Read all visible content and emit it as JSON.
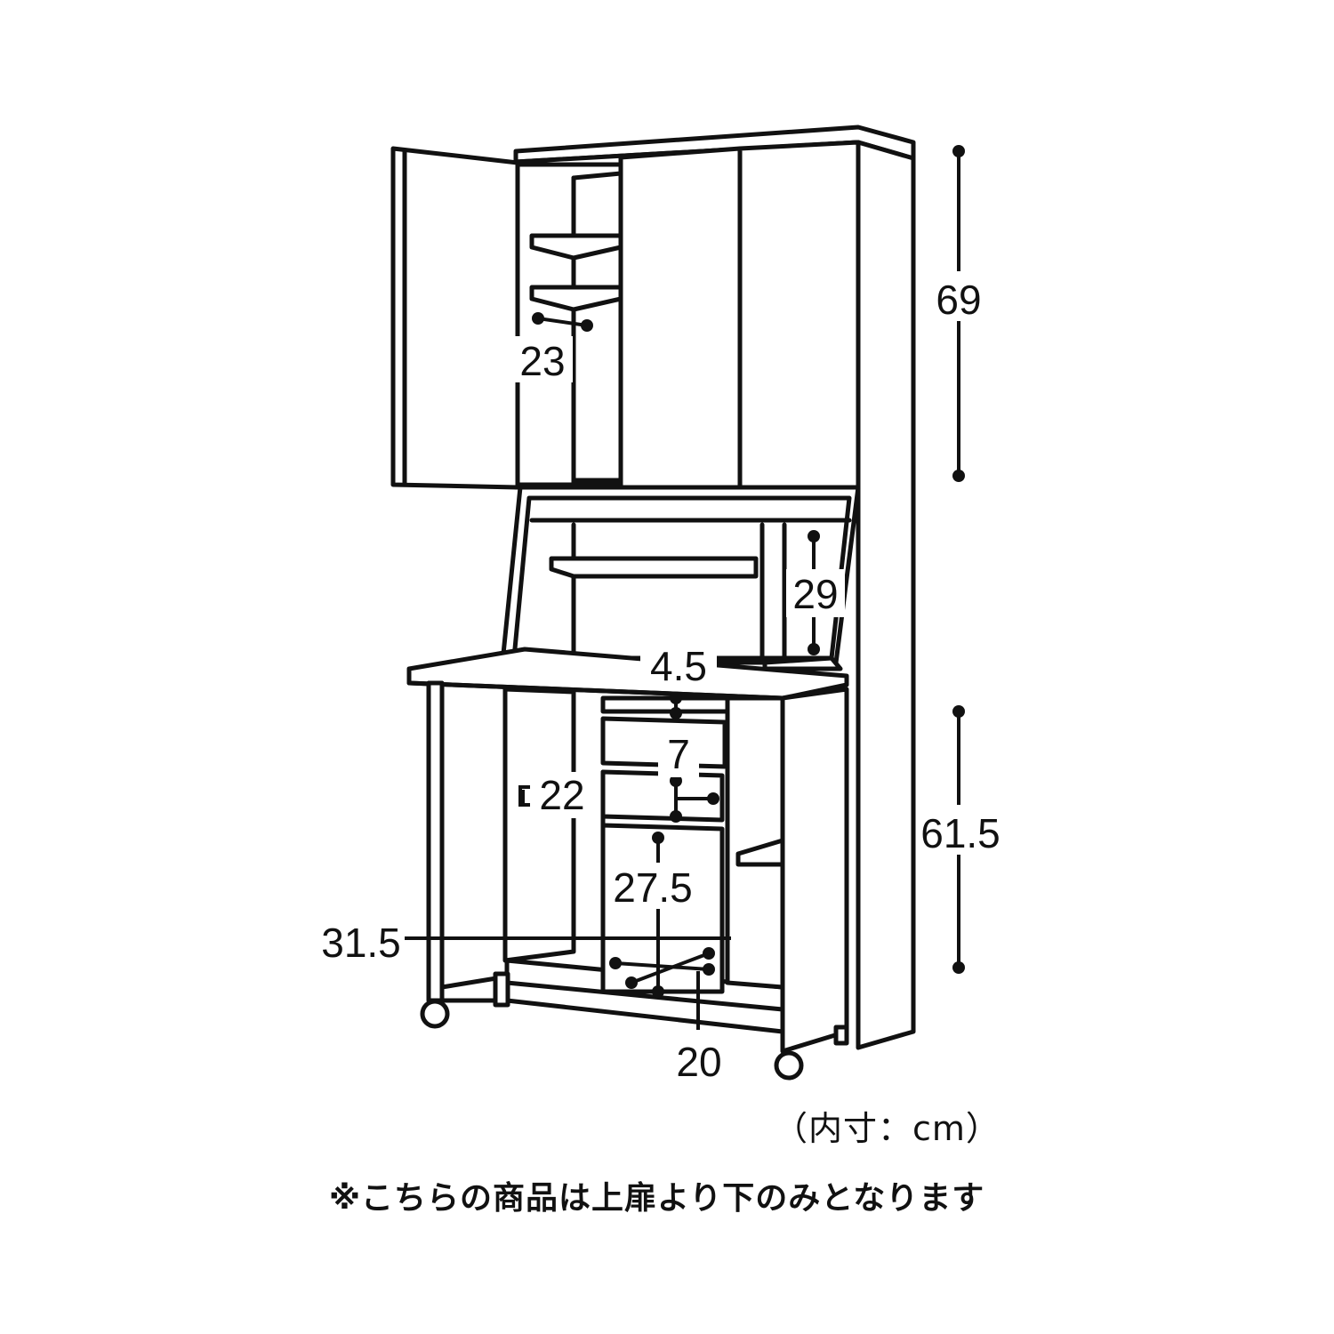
{
  "colors": {
    "line": "#111111",
    "background": "#ffffff"
  },
  "dimensions": {
    "upper_height": "69",
    "lower_height": "61.5",
    "upper_shelf_depth": "23",
    "middle_gap": "29",
    "top_drawer": "4.5",
    "second_drawer": "7",
    "left_depth": "22",
    "bottom_drawer": "27.5",
    "knee_height": "31.5",
    "bottom_depth": "20"
  },
  "unit_note": "（内寸：cm）",
  "footnote": "※こちらの商品は上扉より下のみとなります"
}
